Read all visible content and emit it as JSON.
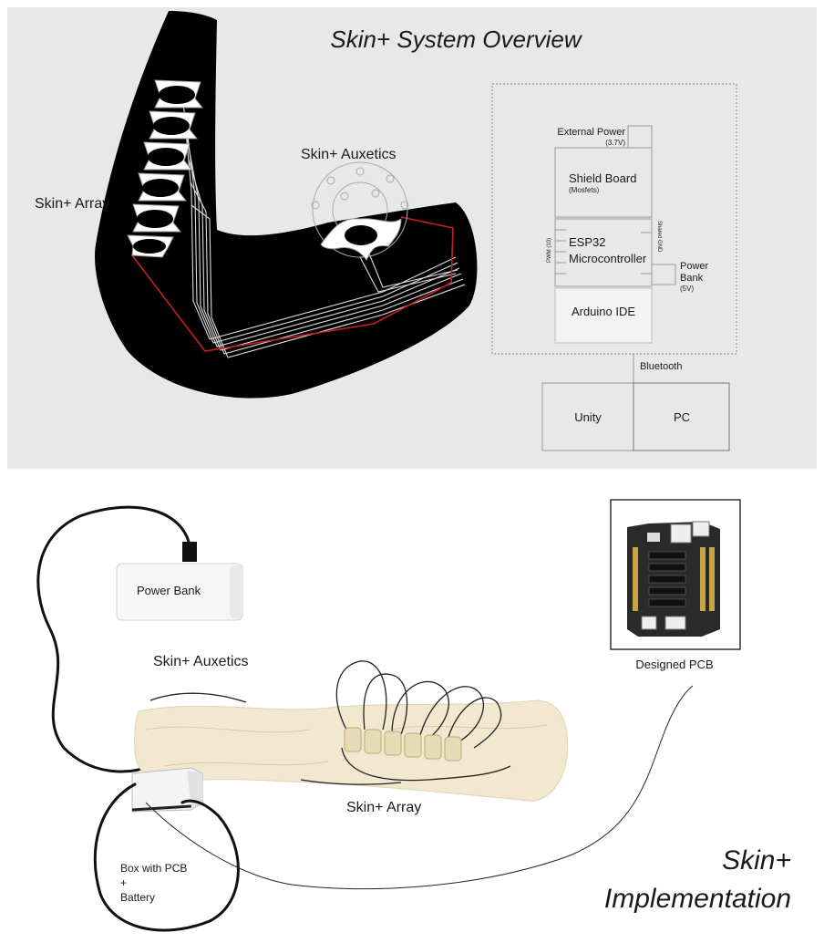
{
  "overview": {
    "title": "Skin+ System Overview",
    "array_label": "Skin+ Array",
    "auxetics_label": "Skin+ Auxetics",
    "blocks": {
      "external_power": "External Power",
      "external_power_v": "(3.7V)",
      "shield_board": "Shield Board",
      "shield_board_sub": "(Mosfets)",
      "pwm": "PWM (10)",
      "shared_gnd": "Shared GND",
      "esp32": "ESP32",
      "microcontroller": "Microcontroller",
      "power": "Power",
      "bank": "Bank",
      "bank_v": "(5V)",
      "arduino_ide": "Arduino IDE",
      "bluetooth": "Bluetooth",
      "unity": "Unity",
      "pc": "PC"
    }
  },
  "implementation": {
    "power_bank": "Power Bank",
    "auxetics": "Skin+ Auxetics",
    "array": "Skin+ Array",
    "designed_pcb": "Designed PCB",
    "box_line1": "Box with PCB",
    "box_line2": "+",
    "box_line3": "Battery",
    "title_line1": "Skin+",
    "title_line2": "Implementation"
  },
  "colors": {
    "panel_bg": "#e8e8e8",
    "sleeve_black": "#000000",
    "wire_red": "#c81e1e",
    "fabric": "#f1e8cf",
    "pcb": "#2a2a2a"
  }
}
